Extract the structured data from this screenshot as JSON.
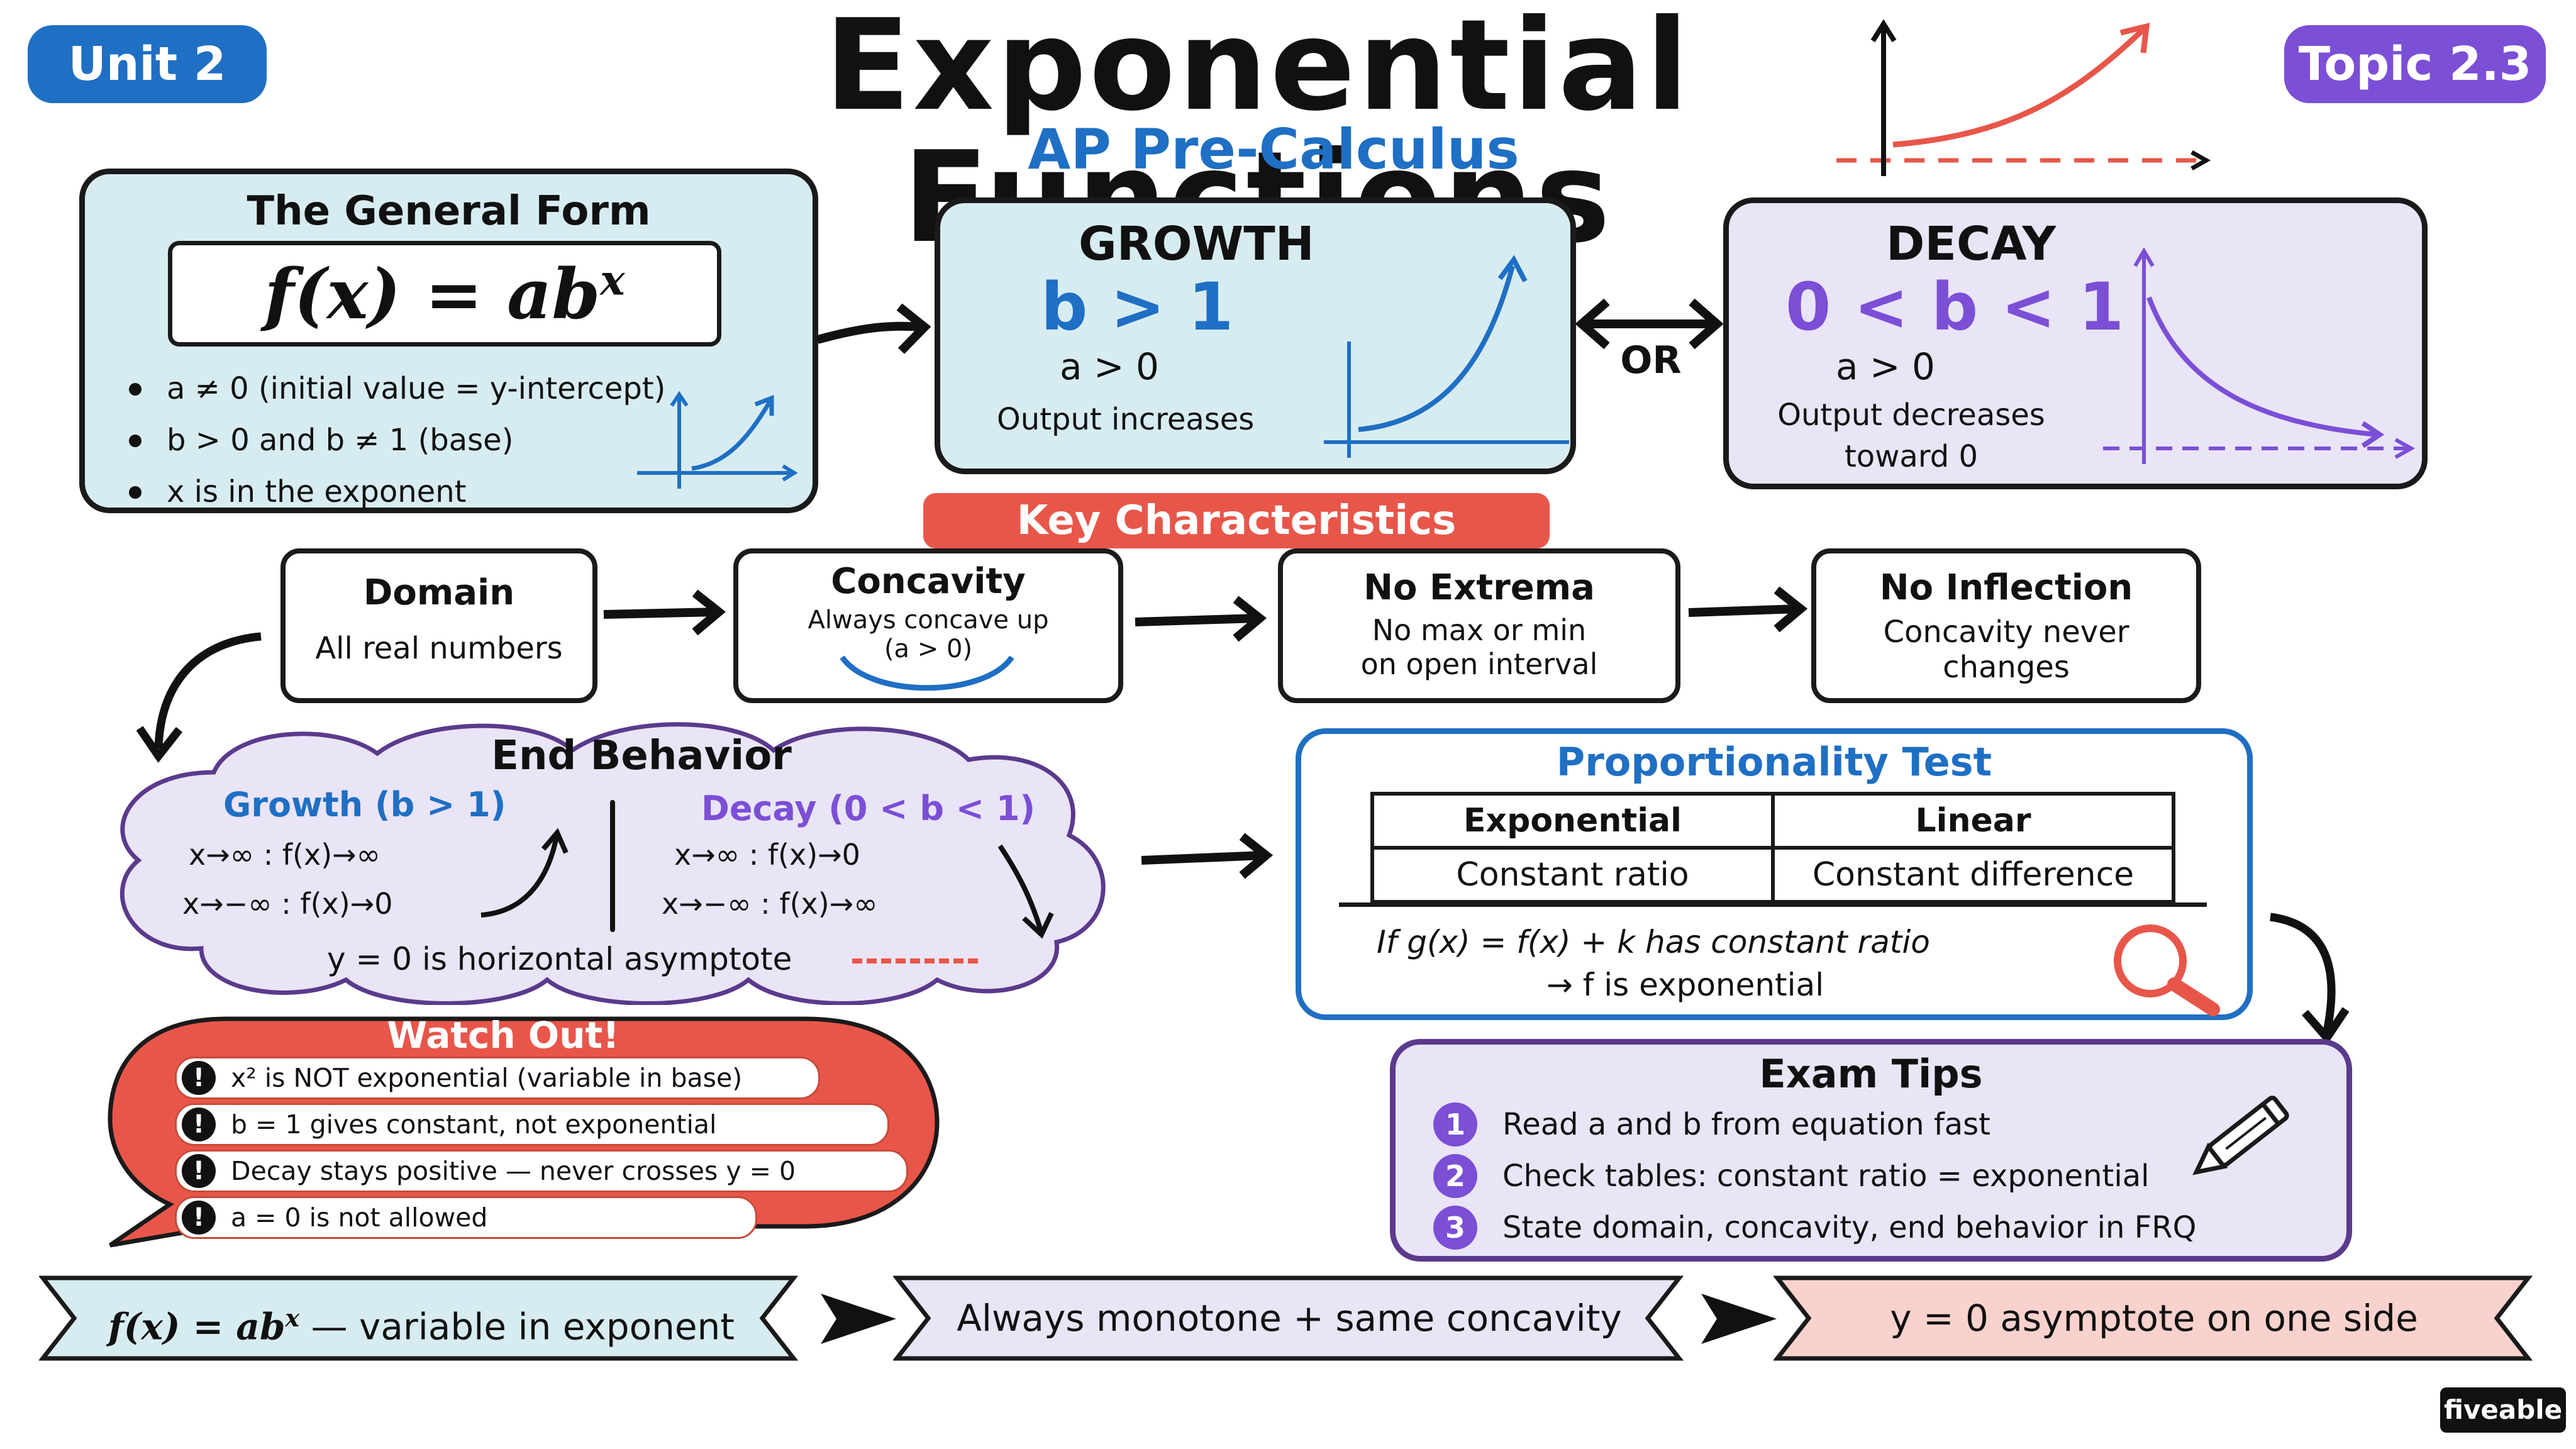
{
  "badges": {
    "unit": "Unit 2",
    "topic": "Topic 2.3"
  },
  "title": "Exponential Functions",
  "subtitle": "AP Pre-Calculus",
  "general_form": {
    "heading": "The General Form",
    "formula": "f(x) = ab",
    "formula_exp": "x",
    "bullets": [
      "a ≠ 0 (initial value = y-intercept)",
      "b > 0 and b ≠ 1 (base)",
      "x is in the exponent"
    ]
  },
  "growth": {
    "heading": "GROWTH",
    "condition": "b > 1",
    "a_cond": "a > 0",
    "desc": "Output increases"
  },
  "or_label": "OR",
  "decay": {
    "heading": "DECAY",
    "condition": "0 < b < 1",
    "a_cond": "a > 0",
    "desc_line1": "Output decreases",
    "desc_line2": "toward 0"
  },
  "key_characteristics": {
    "label": "Key Characteristics",
    "domain": {
      "title": "Domain",
      "text": "All real numbers"
    },
    "concavity": {
      "title": "Concavity",
      "line1": "Always concave up",
      "line2": "(a > 0)"
    },
    "extrema": {
      "title": "No Extrema",
      "line1": "No max or min",
      "line2": "on open interval"
    },
    "inflection": {
      "title": "No Inflection",
      "line1": "Concavity never",
      "line2": "changes"
    }
  },
  "end_behavior": {
    "title": "End Behavior",
    "growth_title": "Growth (b > 1)",
    "growth_l1": "x→∞ : f(x)→∞",
    "growth_l2": "x→−∞ : f(x)→0",
    "decay_title": "Decay (0 < b < 1)",
    "decay_l1": "x→∞ : f(x)→0",
    "decay_l2": "x→−∞ : f(x)→∞",
    "asymptote": "y = 0 is horizontal asymptote"
  },
  "proportionality": {
    "title": "Proportionality Test",
    "headers": [
      "Exponential",
      "Linear"
    ],
    "cells": [
      "Constant ratio",
      "Constant difference"
    ],
    "rule_line1": "If g(x) = f(x) + k has constant ratio",
    "rule_line2": "→ f is exponential"
  },
  "watch_out": {
    "title": "Watch Out!",
    "items": [
      "x² is NOT exponential (variable in base)",
      "b = 1 gives constant, not exponential",
      "Decay stays positive — never crosses y = 0",
      "a = 0 is not allowed"
    ]
  },
  "exam_tips": {
    "title": "Exam Tips",
    "items": [
      {
        "n": "1",
        "text": "Read a and b from equation fast"
      },
      {
        "n": "2",
        "text": "Check tables: constant ratio = exponential"
      },
      {
        "n": "3",
        "text": "State domain, concavity, end behavior in FRQ"
      }
    ]
  },
  "banners": {
    "b1_main": "f(x) = ab",
    "b1_exp": "x",
    "b1_rest": " — variable in exponent",
    "b2": "Always monotone + same concavity",
    "b3": "y = 0 asymptote on one side"
  },
  "logo": "fiveable",
  "colors": {
    "blue": "#1f6fc4",
    "purple": "#7b4fd6",
    "red": "#e8564a",
    "teal_bg": "#d7ecf1",
    "lavender_bg": "#e9e4f6",
    "pink_bg": "#f9d2cd"
  }
}
